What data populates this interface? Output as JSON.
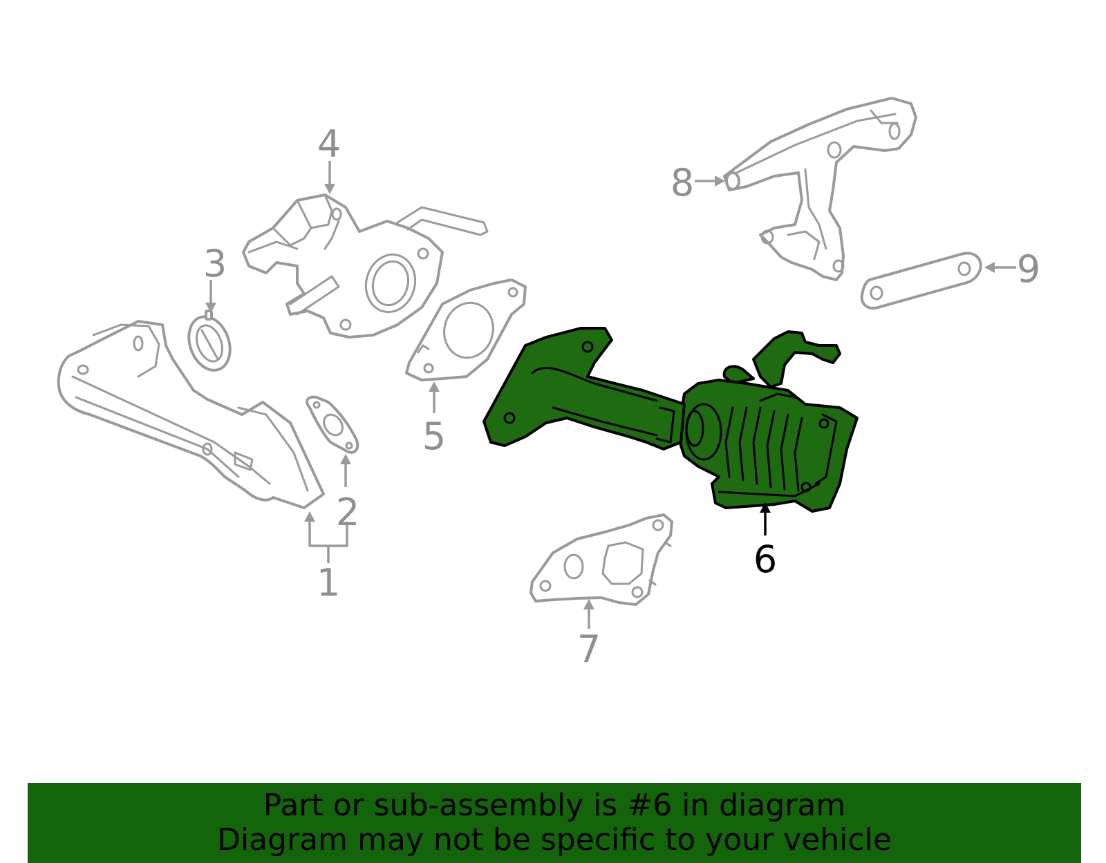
{
  "diagram": {
    "highlighted_part": "6",
    "colors": {
      "highlight": "#1e6b12",
      "banner": "#13640a",
      "part_outline": "#9a9a9a"
    },
    "callouts": {
      "c1": "1",
      "c2": "2",
      "c3": "3",
      "c4": "4",
      "c5": "5",
      "c6": "6",
      "c7": "7",
      "c8": "8",
      "c9": "9"
    }
  },
  "banner": {
    "line1": "Part or sub-assembly is #6 in diagram",
    "line2": "Diagram may not be specific to your vehicle"
  }
}
